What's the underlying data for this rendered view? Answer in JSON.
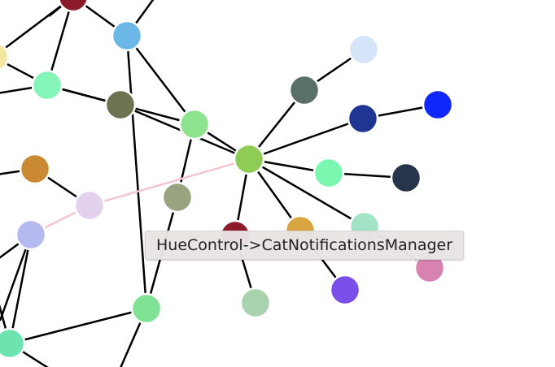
{
  "tooltip": {
    "label": "HueControl->CatNotificationsManager"
  },
  "colors": {
    "edge": "#000000",
    "highlighted_edge": "#f3c6cf",
    "node_stroke": "#ffffff"
  },
  "nodes": [
    {
      "id": "n_top_darkred",
      "color": "#8b1a2b"
    },
    {
      "id": "n_skyblue",
      "color": "#6bb8e8"
    },
    {
      "id": "n_yellow_edge",
      "color": "#f3e6a0"
    },
    {
      "id": "n_mint_left",
      "color": "#86f5b8"
    },
    {
      "id": "n_olive",
      "color": "#6b7351"
    },
    {
      "id": "n_lightgreen",
      "color": "#8ee38e"
    },
    {
      "id": "n_hub",
      "color": "#8fcc55"
    },
    {
      "id": "n_paleblue",
      "color": "#d6e4fa"
    },
    {
      "id": "n_slate",
      "color": "#587068"
    },
    {
      "id": "n_navy",
      "color": "#1e3591"
    },
    {
      "id": "n_blue",
      "color": "#0f27fa"
    },
    {
      "id": "n_mint_right",
      "color": "#7bf7b0"
    },
    {
      "id": "n_darkslate",
      "color": "#27344a"
    },
    {
      "id": "n_ochre",
      "color": "#c98a33"
    },
    {
      "id": "n_lavender",
      "color": "#e3d2ee"
    },
    {
      "id": "n_sage",
      "color": "#98a380"
    },
    {
      "id": "n_periwinkle",
      "color": "#b4baf0"
    },
    {
      "id": "n_crimson",
      "color": "#8b1a2b"
    },
    {
      "id": "n_gold",
      "color": "#d9a541"
    },
    {
      "id": "n_seafoam",
      "color": "#a3e3c6"
    },
    {
      "id": "n_pink",
      "color": "#d782b1"
    },
    {
      "id": "n_violet",
      "color": "#7a4ee8"
    },
    {
      "id": "n_sagelight",
      "color": "#a9d3ae"
    },
    {
      "id": "n_green_low",
      "color": "#7fe393"
    },
    {
      "id": "n_teal_bottom",
      "color": "#6de3b0"
    }
  ],
  "edges": [
    {
      "source": "n_top_darkred",
      "target": "n_skyblue"
    },
    {
      "source": "n_top_darkred",
      "target": "n_mint_left"
    },
    {
      "source": "n_top_darkred",
      "target": "n_yellow_edge"
    },
    {
      "source": "n_skyblue",
      "target": "n_lightgreen"
    },
    {
      "source": "n_skyblue",
      "target": "n_green_low"
    },
    {
      "source": "n_mint_left",
      "target": "n_olive"
    },
    {
      "source": "n_mint_left",
      "target": "n_lightgreen"
    },
    {
      "source": "n_mint_left",
      "target": "n_yellow_edge"
    },
    {
      "source": "n_olive",
      "target": "n_hub"
    },
    {
      "source": "n_lightgreen",
      "target": "n_hub"
    },
    {
      "source": "n_lightgreen",
      "target": "n_sage"
    },
    {
      "source": "n_hub",
      "target": "n_slate"
    },
    {
      "source": "n_slate",
      "target": "n_paleblue"
    },
    {
      "source": "n_hub",
      "target": "n_navy"
    },
    {
      "source": "n_navy",
      "target": "n_blue"
    },
    {
      "source": "n_hub",
      "target": "n_mint_right"
    },
    {
      "source": "n_mint_right",
      "target": "n_darkslate"
    },
    {
      "source": "n_hub",
      "target": "n_seafoam"
    },
    {
      "source": "n_seafoam",
      "target": "n_pink"
    },
    {
      "source": "n_hub",
      "target": "n_gold"
    },
    {
      "source": "n_gold",
      "target": "n_violet"
    },
    {
      "source": "n_hub",
      "target": "n_crimson"
    },
    {
      "source": "n_crimson",
      "target": "n_sagelight"
    },
    {
      "source": "n_hub",
      "target": "n_lavender",
      "highlight": true
    },
    {
      "source": "n_lavender",
      "target": "n_periwinkle",
      "highlight": true
    },
    {
      "source": "n_ochre",
      "target": "n_lavender"
    },
    {
      "source": "n_sage",
      "target": "n_green_low"
    },
    {
      "source": "n_periwinkle",
      "target": "n_teal_bottom"
    },
    {
      "source": "n_green_low",
      "target": "n_teal_bottom"
    }
  ]
}
